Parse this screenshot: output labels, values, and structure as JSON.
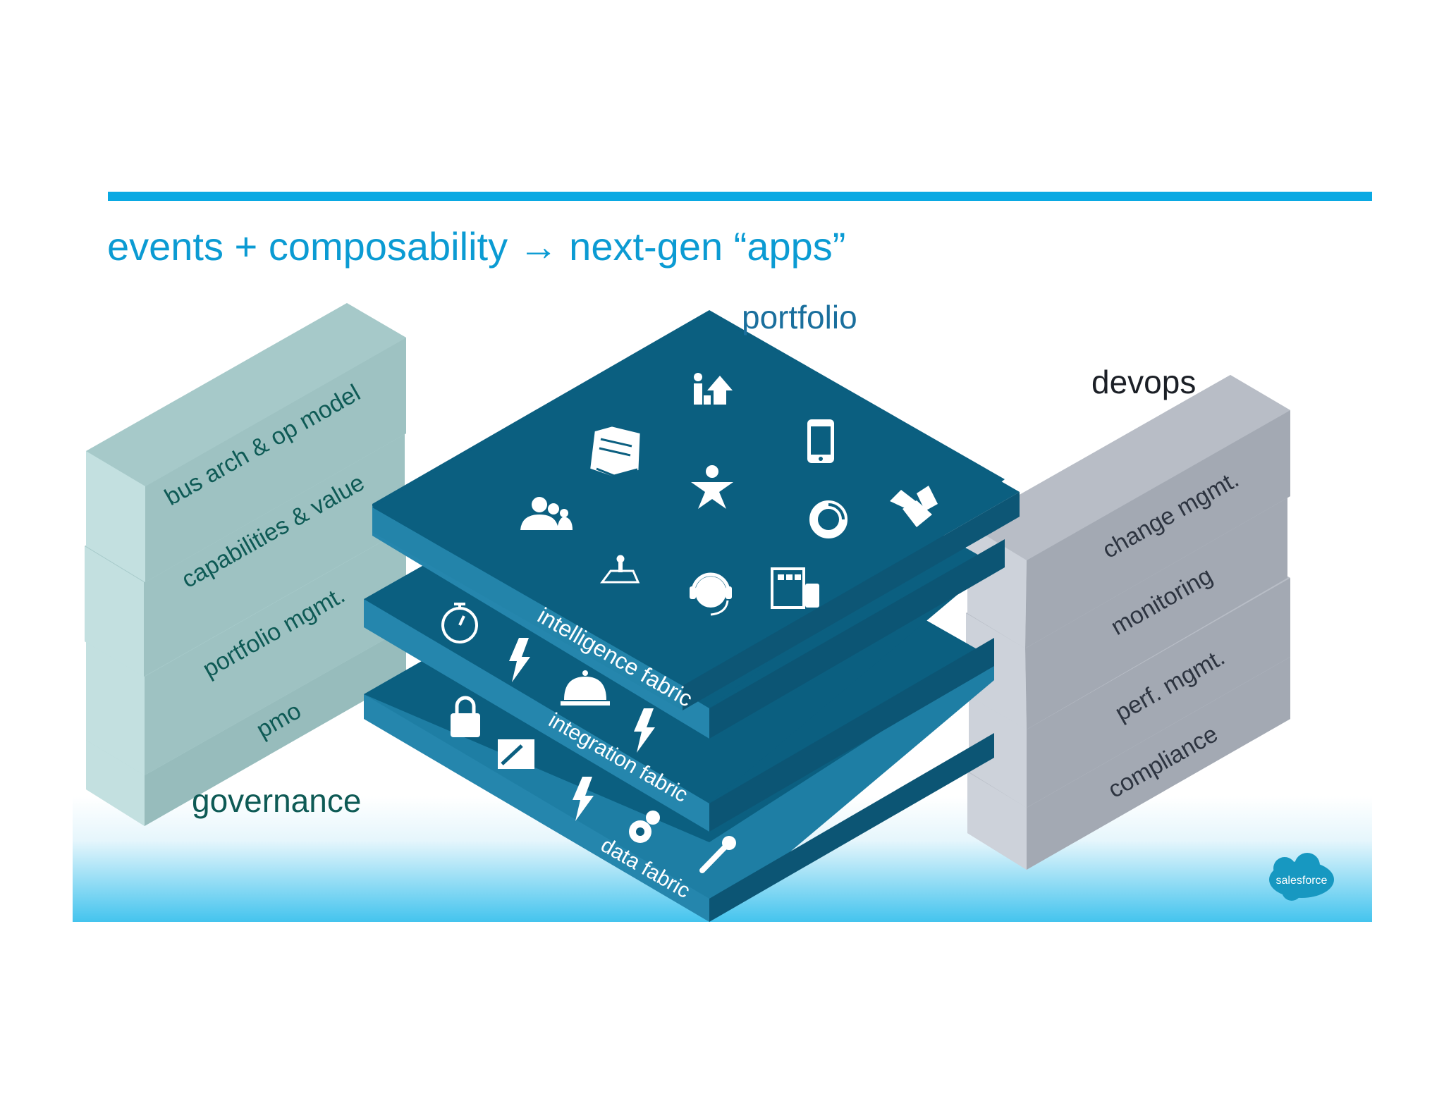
{
  "title": "events + composability → next-gen “apps”",
  "colors": {
    "accent": "#0aa9e3",
    "title": "#0b9bd3",
    "layer_top": "#0b5f80",
    "layer_side_light": "#1e7ea4",
    "layer_side_dark": "#0c5574",
    "governance_top": "#a6c9c9",
    "governance_front": "#bcdcdc",
    "governance_side": "#97bcbc",
    "governance_text": "#0e5a55",
    "devops_top": "#b8bdc6",
    "devops_front": "#c8cdd5",
    "devops_side": "#a3a9b3",
    "devops_text": "#2d3440",
    "salesforce": "#1798c1"
  },
  "portfolio": {
    "label": "portfolio",
    "layers": [
      {
        "label": "intelligence fabric",
        "icons": [
          "stopwatch-icon",
          "lightning-icon",
          "service-bell-icon",
          "lightning-icon"
        ]
      },
      {
        "label": "integration fabric",
        "icons": [
          "lock-icon",
          "tools-card-icon",
          "lightning-icon",
          "gears-icon"
        ]
      },
      {
        "label": "data fabric",
        "icons": [
          "wrench-icon"
        ]
      }
    ],
    "top_icons": [
      "org-chart-up-icon",
      "book-icon",
      "smartphone-icon",
      "person-star-icon",
      "group-icon",
      "donut-chart-icon",
      "handshake-icon",
      "location-pin-grid-icon",
      "headset-icon",
      "tablet-phone-icon"
    ]
  },
  "governance": {
    "label": "governance",
    "blocks": [
      "bus arch & op model",
      "capabilities & value",
      "portfolio mgmt.",
      "pmo"
    ]
  },
  "devops": {
    "label": "devops",
    "blocks": [
      "change mgmt.",
      "monitoring",
      "perf. mgmt.",
      "compliance"
    ]
  },
  "logo": {
    "text": "salesforce"
  }
}
